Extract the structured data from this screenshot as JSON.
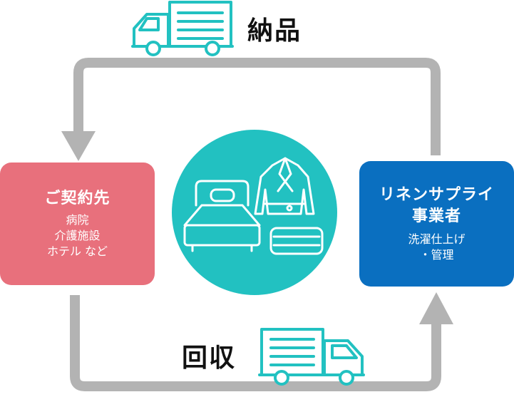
{
  "flow": {
    "top_label": "納品",
    "bottom_label": "回収"
  },
  "client": {
    "title": "ご契約先",
    "lines": [
      "病院",
      "介護施設",
      "ホテル など"
    ]
  },
  "supplier": {
    "title_lines": [
      "リネンサプライ",
      "事業者"
    ],
    "lines": [
      "洗濯仕上げ",
      "・管理"
    ]
  },
  "colors": {
    "arrow": "#b3b3b3",
    "client_box": "#e8707c",
    "supplier_box": "#0a6fc0",
    "center_circle": "#22c1c1",
    "truck_outline": "#22c1c1"
  },
  "icons": [
    "delivery-truck-icon",
    "collection-truck-icon",
    "bed-icon",
    "bathrobe-icon",
    "folded-towel-icon"
  ]
}
